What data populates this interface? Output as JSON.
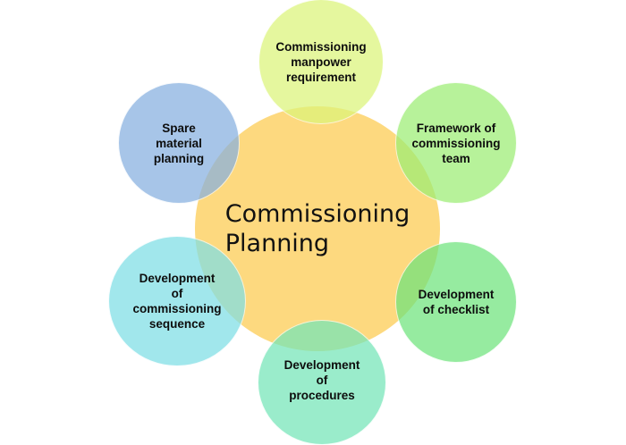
{
  "diagram": {
    "type": "hub-and-spoke",
    "center": {
      "label": "Commissioning\nPlanning",
      "color": "#fdd97f"
    },
    "nodes": [
      {
        "id": "top",
        "label": "Commissioning\nmanpower\nrequirement",
        "color": "#e2f58a"
      },
      {
        "id": "top-right",
        "label": "Framework of\ncommissioning\nteam",
        "color": "#a6ee7e"
      },
      {
        "id": "bottom-right",
        "label": "Development\nof checklist",
        "color": "#80e68a"
      },
      {
        "id": "bottom",
        "label": "Development\nof\nprocedures",
        "color": "#82e8bf"
      },
      {
        "id": "bottom-left",
        "label": "Development\nof\ncommissioning\nsequence",
        "color": "#8ee0e6"
      },
      {
        "id": "top-left",
        "label": "Spare\nmaterial\nplanning",
        "color": "#8fb7e2"
      }
    ]
  }
}
